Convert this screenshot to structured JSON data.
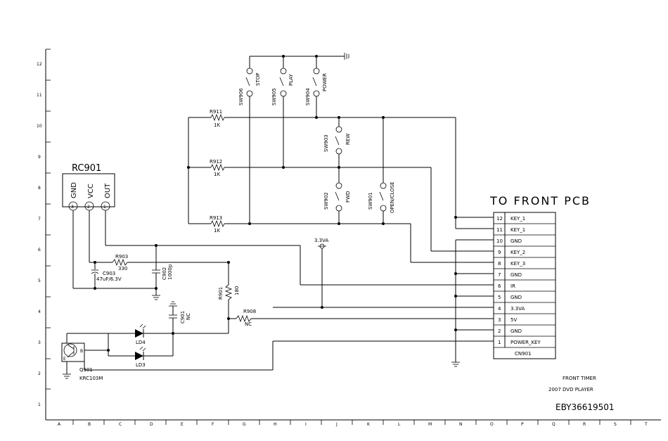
{
  "border": {
    "row_labels": [
      "12",
      "11",
      "10",
      "9",
      "8",
      "7",
      "6",
      "5",
      "4",
      "3",
      "2",
      "1"
    ],
    "col_labels": [
      "A",
      "B",
      "C",
      "D",
      "E",
      "F",
      "G",
      "H",
      "I",
      "J",
      "K",
      "L",
      "M",
      "N",
      "O",
      "P",
      "Q",
      "R",
      "S",
      "T"
    ]
  },
  "connector": {
    "title": "TO FRONT PCB",
    "ref": "CN901",
    "pins": [
      {
        "num": "12",
        "name": "KEY_1"
      },
      {
        "num": "11",
        "name": "KEY_1"
      },
      {
        "num": "10",
        "name": "GND"
      },
      {
        "num": "9",
        "name": "KEY_2"
      },
      {
        "num": "8",
        "name": "KEY_3"
      },
      {
        "num": "7",
        "name": "GND"
      },
      {
        "num": "6",
        "name": "IR"
      },
      {
        "num": "5",
        "name": "GND"
      },
      {
        "num": "4",
        "name": "3.3VA"
      },
      {
        "num": "3",
        "name": "5V"
      },
      {
        "num": "2",
        "name": "GND"
      },
      {
        "num": "1",
        "name": "POWER_KEY"
      }
    ]
  },
  "remote_receiver": {
    "ref": "RC901",
    "pins": [
      {
        "num": "3",
        "name": "GND"
      },
      {
        "num": "2",
        "name": "VCC"
      },
      {
        "num": "1",
        "name": "OUT"
      }
    ]
  },
  "switches": [
    {
      "ref": "SW906",
      "name": "STOP"
    },
    {
      "ref": "SW905",
      "name": "PLAY"
    },
    {
      "ref": "SW904",
      "name": "POWER"
    },
    {
      "ref": "SW903",
      "name": "REW"
    },
    {
      "ref": "SW902",
      "name": "FWD"
    },
    {
      "ref": "SW901",
      "name": "OPEN/CLOSE"
    }
  ],
  "resistors": [
    {
      "ref": "R911",
      "value": "1K"
    },
    {
      "ref": "R912",
      "value": "1K"
    },
    {
      "ref": "R913",
      "value": "1K"
    },
    {
      "ref": "R903",
      "value": "330"
    },
    {
      "ref": "R901",
      "value": "180"
    },
    {
      "ref": "R908",
      "value": "NC"
    }
  ],
  "capacitors": [
    {
      "ref": "C903",
      "value": "47uF/6.3V"
    },
    {
      "ref": "C902",
      "value": "1000p"
    },
    {
      "ref": "C901",
      "value": "NC"
    }
  ],
  "leds": [
    {
      "ref": "LD4"
    },
    {
      "ref": "LD3"
    }
  ],
  "transistor": {
    "ref": "Q901",
    "part": "KRC103M",
    "pin_b": "B",
    "pin_e": "E"
  },
  "net_label_33va": "3.3VA",
  "title_block": {
    "line1": "FRONT TIMER",
    "line2": "2007  DVD PLAYER",
    "part_no": "EBY36619501"
  }
}
